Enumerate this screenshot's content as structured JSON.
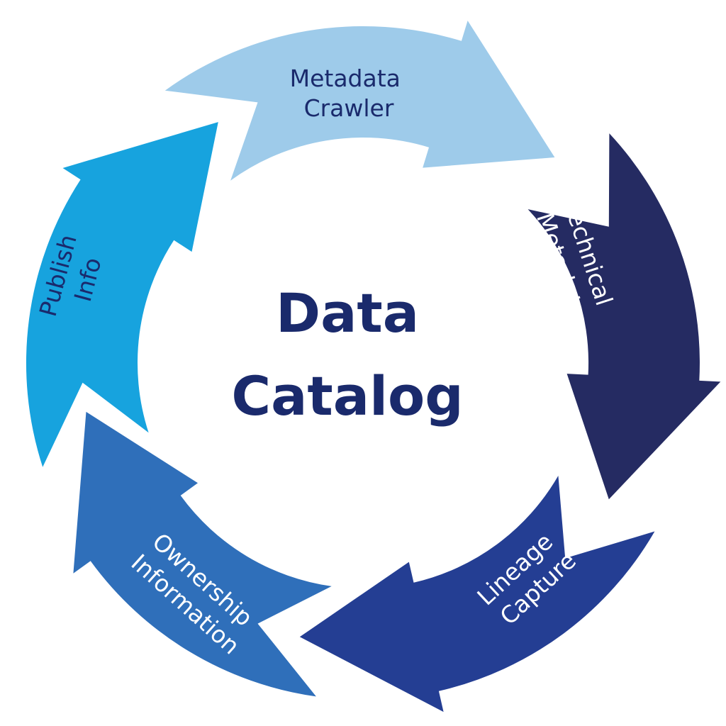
{
  "center": {
    "line1": "Data",
    "line2": "Catalog",
    "color": "#1a2a6c"
  },
  "segments": [
    {
      "id": "metadata-crawler",
      "line1": "Metadata",
      "line2": "Crawler",
      "fill": "#9ecbea",
      "text_color": "#1a2a6c"
    },
    {
      "id": "technical-metadata",
      "line1": "Technical",
      "line2": "Metadata",
      "fill": "#252b62",
      "text_color": "#ffffff"
    },
    {
      "id": "lineage-capture",
      "line1": "Lineage",
      "line2": "Capture",
      "fill": "#243e93",
      "text_color": "#ffffff"
    },
    {
      "id": "ownership-information",
      "line1": "Ownership",
      "line2": "Information",
      "fill": "#2f6fba",
      "text_color": "#ffffff"
    },
    {
      "id": "publish-info",
      "line1": "Publish",
      "line2": "Info",
      "fill": "#17a3de",
      "text_color": "#1a2a6c"
    }
  ]
}
